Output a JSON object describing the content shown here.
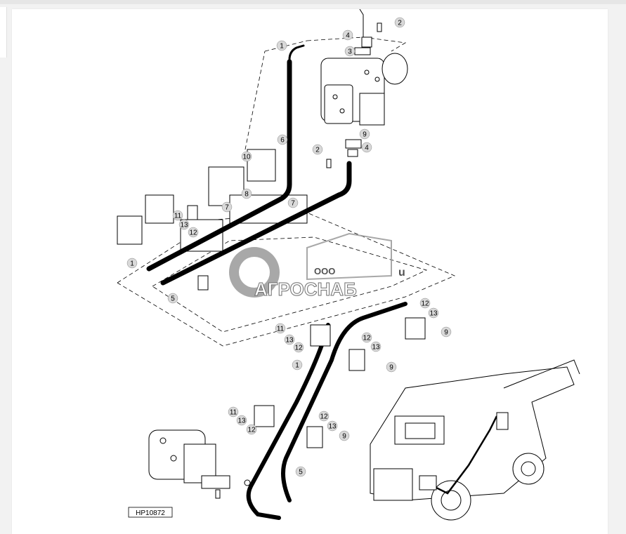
{
  "figure": {
    "code": "HP10872",
    "callouts": [
      {
        "id": "c1",
        "label": "2"
      },
      {
        "id": "c2",
        "label": "4"
      },
      {
        "id": "c3",
        "label": "3"
      },
      {
        "id": "c4",
        "label": "1"
      },
      {
        "id": "c5",
        "label": "9"
      },
      {
        "id": "c6",
        "label": "4"
      },
      {
        "id": "c7",
        "label": "2"
      },
      {
        "id": "c8",
        "label": "6"
      },
      {
        "id": "c9",
        "label": "10"
      },
      {
        "id": "c10",
        "label": "8"
      },
      {
        "id": "c11",
        "label": "7"
      },
      {
        "id": "c12",
        "label": "7"
      },
      {
        "id": "c13",
        "label": "11"
      },
      {
        "id": "c14",
        "label": "13"
      },
      {
        "id": "c15",
        "label": "12"
      },
      {
        "id": "c16",
        "label": "1"
      },
      {
        "id": "c17",
        "label": "5"
      },
      {
        "id": "c18",
        "label": "12"
      },
      {
        "id": "c19",
        "label": "13"
      },
      {
        "id": "c20",
        "label": "9"
      },
      {
        "id": "c21",
        "label": "11"
      },
      {
        "id": "c22",
        "label": "13"
      },
      {
        "id": "c23",
        "label": "12"
      },
      {
        "id": "c24",
        "label": "12"
      },
      {
        "id": "c25",
        "label": "13"
      },
      {
        "id": "c26",
        "label": "9"
      },
      {
        "id": "c27",
        "label": "1"
      },
      {
        "id": "c28",
        "label": "11"
      },
      {
        "id": "c29",
        "label": "13"
      },
      {
        "id": "c30",
        "label": "12"
      },
      {
        "id": "c31",
        "label": "12"
      },
      {
        "id": "c32",
        "label": "13"
      },
      {
        "id": "c33",
        "label": "9"
      },
      {
        "id": "c34",
        "label": "5"
      }
    ]
  },
  "watermark": {
    "company_prefix": "ООО",
    "company_name": "АГРОСНАБ",
    "suffix": "u"
  },
  "colors": {
    "line": "#000000",
    "callout_fill": "#d9d9d9",
    "watermark_gray": "#9a9a9a"
  }
}
